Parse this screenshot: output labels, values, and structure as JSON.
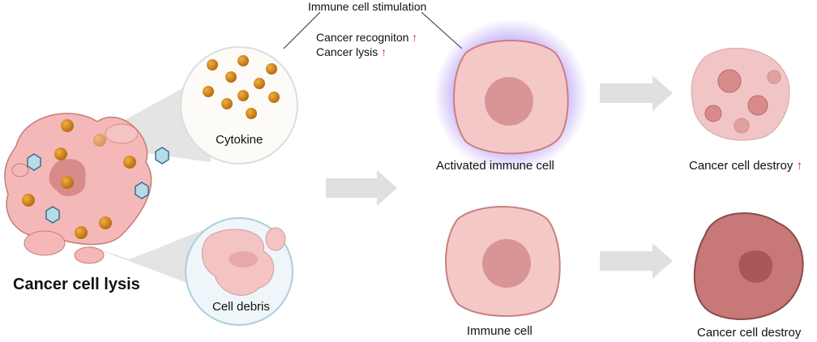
{
  "title": "Immune cell stimulation",
  "effects": [
    {
      "label": "Cancer recogniton",
      "arrow": "↑"
    },
    {
      "label": "Cancer lysis",
      "arrow": "↑"
    }
  ],
  "cytokine_label": "Cytokine",
  "debris_label": "Cell debris",
  "lysis_label": "Cancer cell lysis",
  "activated_label": "Activated immune cell",
  "immune_label": "Immune cell",
  "destroy_up_label": "Cancer cell destroy",
  "destroy_up_arrow": "↑",
  "destroy_label": "Cancer cell destroy",
  "colors": {
    "arrow_up": "#e02020",
    "cell": "#f2c4c4",
    "nucleus": "#d99595",
    "cytokine": "#d08a1a",
    "glow": "#8a5cf0"
  }
}
